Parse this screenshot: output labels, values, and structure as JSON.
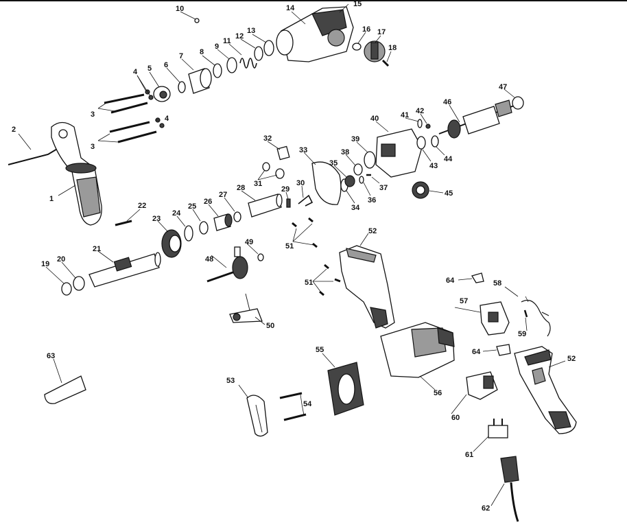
{
  "labels": {
    "l1": "1",
    "l2": "2",
    "l3a": "3",
    "l3b": "3",
    "l4a": "4",
    "l4b": "4",
    "l5": "5",
    "l6": "6",
    "l7": "7",
    "l8": "8",
    "l9": "9",
    "l10": "10",
    "l11": "11",
    "l12": "12",
    "l13": "13",
    "l14": "14",
    "l15": "15",
    "l16": "16",
    "l17": "17",
    "l18": "18",
    "l19": "19",
    "l20": "20",
    "l21": "21",
    "l22": "22",
    "l23": "23",
    "l24": "24",
    "l25": "25",
    "l26": "26",
    "l27": "27",
    "l28": "28",
    "l29": "29",
    "l30": "30",
    "l31": "31",
    "l32": "32",
    "l33": "33",
    "l34": "34",
    "l35": "35",
    "l36": "36",
    "l37": "37",
    "l38": "38",
    "l39": "39",
    "l40": "40",
    "l41": "41",
    "l42": "42",
    "l43": "43",
    "l44": "44",
    "l45": "45",
    "l46": "46",
    "l47": "47",
    "l48": "48",
    "l49": "49",
    "l50": "50",
    "l51a": "51",
    "l51b": "51",
    "l52a": "52",
    "l52b": "52",
    "l53": "53",
    "l54": "54",
    "l55": "55",
    "l56": "56",
    "l57": "57",
    "l58": "58",
    "l59": "59",
    "l60": "60",
    "l61": "61",
    "l62": "62",
    "l63": "63",
    "l64a": "64",
    "l64b": "64"
  }
}
